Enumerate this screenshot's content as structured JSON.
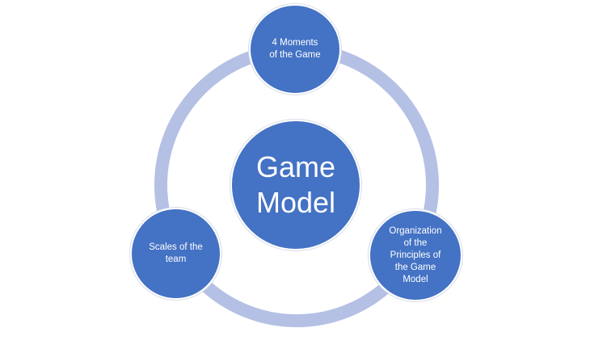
{
  "center": {
    "line1": "Game",
    "line2": "Model"
  },
  "nodes": {
    "top": {
      "line1": "4 Moments",
      "line2": "of the Game"
    },
    "left": {
      "line1": "Scales of the",
      "line2": "team"
    },
    "right": {
      "line1": "Organization",
      "line2": "of the",
      "line3": "Principles of",
      "line4": "the Game",
      "line5": "Model"
    }
  },
  "colors": {
    "node": "#4472C4",
    "ring": "#B4C0E4"
  }
}
